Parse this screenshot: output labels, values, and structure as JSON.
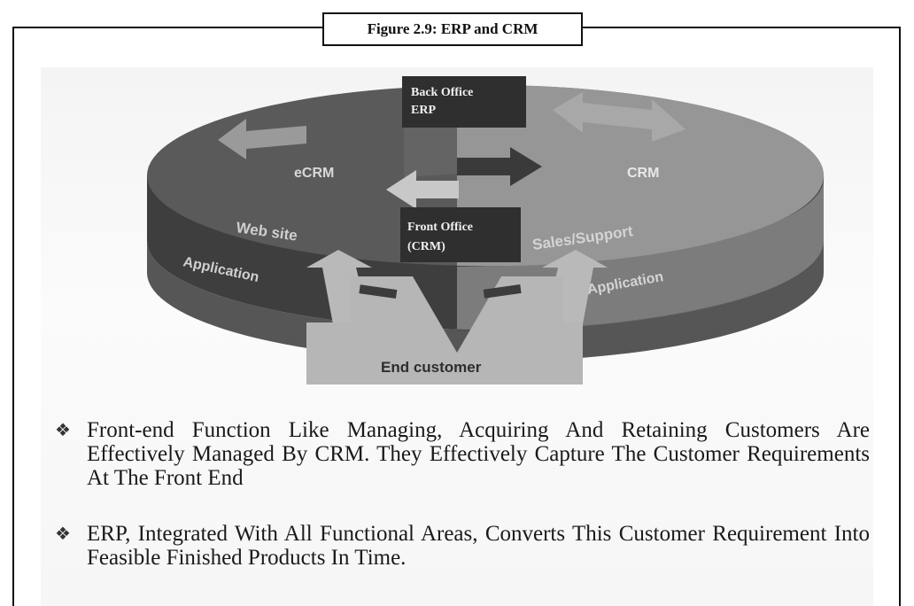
{
  "caption": "Figure 2.9: ERP and CRM",
  "diagram": {
    "back_office_label": [
      "Back Office",
      "ERP"
    ],
    "ecrm_label": "eCRM",
    "crm_label": "CRM",
    "front_office_label": [
      "Front Office",
      "(CRM)"
    ],
    "website_label": "Web site",
    "sales_support_label": "Sales/Support",
    "application_left_label": "Application",
    "application_right_label": "Application",
    "end_customer_label": "End customer"
  },
  "bullets": [
    {
      "icon": "❖",
      "text": "Front-end Function Like Managing, Acquiring And Retaining Customers Are Effectively Managed By CRM. They Effectively Capture The Customer Requirements At The Front End"
    },
    {
      "icon": "❖",
      "text": "ERP, Integrated With All Functional Areas, Converts This Customer Requirement Into Feasible Finished Products In Time."
    }
  ],
  "colors": {
    "disc_dark": "#4a4a4a",
    "disc_light": "#8f8f8f",
    "disc_mid": "#6a6a6a",
    "arrow_light": "#b5b5b5",
    "label_box": "#2f2f2f"
  }
}
